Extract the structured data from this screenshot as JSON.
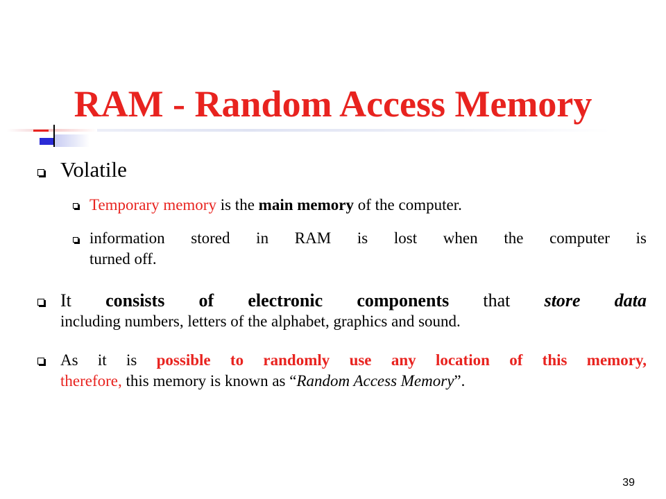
{
  "slide": {
    "title": "RAM - Random Access Memory",
    "page_number": "39",
    "colors": {
      "accent": "#e8231f",
      "blue": "#2b2bd6",
      "text": "#000000",
      "background": "#ffffff"
    },
    "bullet_icon": "hollow-square-bullet-icon",
    "bullets": [
      {
        "text": "Volatile",
        "sub": [
          {
            "lead_red": "Temporary memory",
            "mid": " is the ",
            "bold": "main memory",
            "tail": " of the computer."
          },
          {
            "line1": "information stored in RAM is lost when the computer is",
            "line2": "turned off."
          }
        ]
      },
      {
        "it": "It",
        "bold": "consists of electronic components",
        "that": "that",
        "italic_bold": "store data",
        "line2": "including numbers, letters of the alphabet, graphics and sound."
      },
      {
        "lead": "As it is ",
        "red_bold": "possible to randomly use any location of this memory,",
        "red": "therefore,",
        "mid": " this memory is known as “",
        "italic": "Random Access Memory",
        "tail": "”."
      }
    ]
  }
}
